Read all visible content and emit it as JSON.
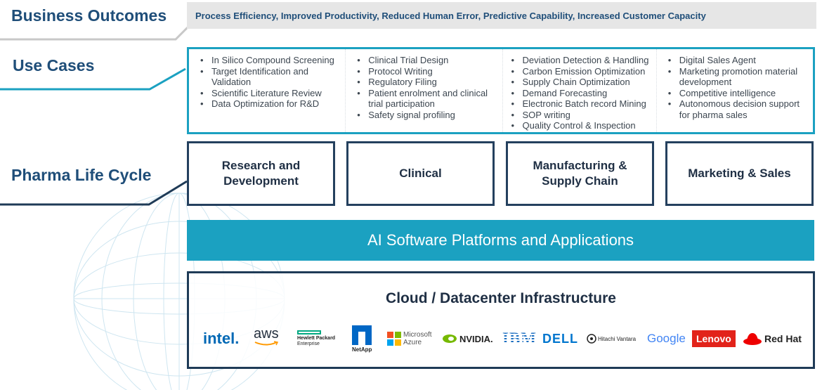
{
  "labels": {
    "business_outcomes": "Business Outcomes",
    "use_cases": "Use Cases",
    "pharma_life_cycle": "Pharma Life Cycle"
  },
  "outcomes": "Process Efficiency, Improved Productivity, Reduced Human Error,  Predictive Capability, Increased Customer Capacity",
  "use_cases": [
    [
      "In Silico Compound Screening",
      "Target Identification and Validation",
      "Scientific Literature Review",
      "Data Optimization for R&D"
    ],
    [
      "Clinical Trial Design",
      "Protocol Writing",
      "Regulatory Filing",
      "Patient enrolment and clinical trial participation",
      "Safety signal profiling"
    ],
    [
      "Deviation Detection & Handling",
      "Carbon Emission Optimization",
      "Supply Chain Optimization",
      "Demand Forecasting",
      "Electronic Batch record Mining",
      "SOP writing",
      "Quality Control & Inspection"
    ],
    [
      "Digital Sales Agent",
      "Marketing promotion material development",
      "Competitive intelligence",
      "Autonomous decision support for pharma sales"
    ]
  ],
  "life_cycle": [
    "Research and\nDevelopment",
    "Clinical",
    "Manufacturing &\nSupply Chain",
    "Marketing & Sales"
  ],
  "ai_platform": "AI Software Platforms and Applications",
  "infrastructure_title": "Cloud / Datacenter Infrastructure",
  "logos": {
    "intel": "intel.",
    "aws": "aws",
    "hpe_line1": "Hewlett Packard",
    "hpe_line2": "Enterprise",
    "netapp": "NetApp",
    "microsoft_line1": "Microsoft",
    "microsoft_line2": "Azure",
    "nvidia": "NVIDIA.",
    "ibm": "IBM",
    "dell": "DELL",
    "hitachi": "Hitachi Vantara",
    "google": "Google",
    "lenovo": "Lenovo",
    "redhat": "Red Hat"
  },
  "colors": {
    "accent_teal": "#1ba1c1",
    "navy": "#1f4e79",
    "box_border": "#24405e"
  }
}
